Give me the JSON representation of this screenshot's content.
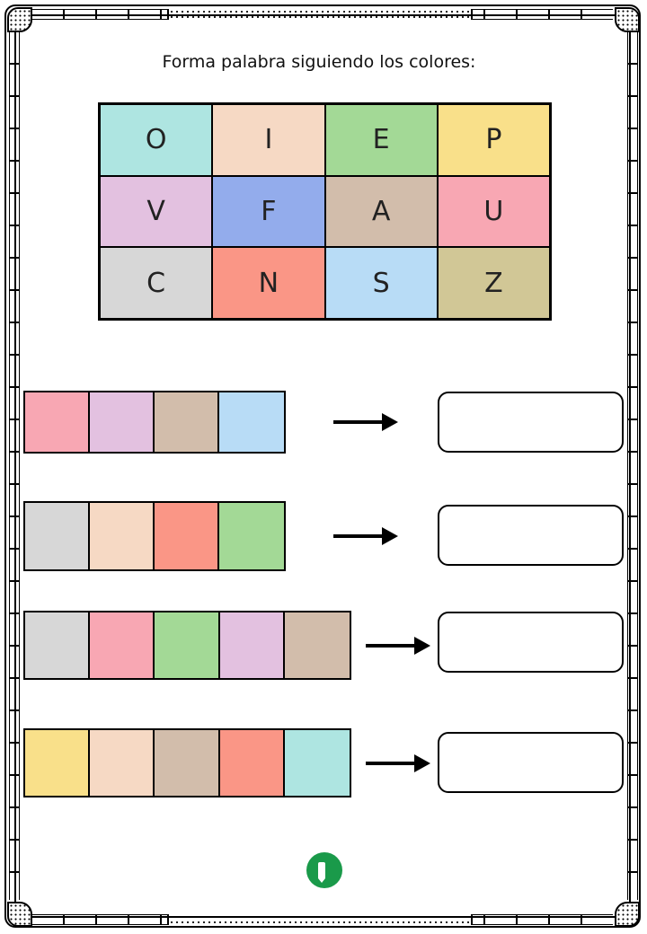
{
  "instruction": "Forma palabra siguiendo los colores:",
  "colors": {
    "teal": "#aee5e1",
    "peach": "#f6d9c4",
    "green": "#a3d996",
    "yellow": "#f9e08a",
    "lilac": "#e3c1e0",
    "blue": "#93acec",
    "tan": "#d2bdab",
    "pink": "#f8a7b3",
    "gray": "#d7d7d7",
    "salmon": "#fa9686",
    "skyblue": "#b8dcf6",
    "olive": "#d1c796"
  },
  "color_key": [
    {
      "letter": "O",
      "color": "#aee5e1"
    },
    {
      "letter": "I",
      "color": "#f6d9c4"
    },
    {
      "letter": "E",
      "color": "#a3d996"
    },
    {
      "letter": "P",
      "color": "#f9e08a"
    },
    {
      "letter": "V",
      "color": "#e3c1e0"
    },
    {
      "letter": "F",
      "color": "#93acec"
    },
    {
      "letter": "A",
      "color": "#d2bdab"
    },
    {
      "letter": "U",
      "color": "#f8a7b3"
    },
    {
      "letter": "C",
      "color": "#d7d7d7"
    },
    {
      "letter": "N",
      "color": "#fa9686"
    },
    {
      "letter": "S",
      "color": "#b8dcf6"
    },
    {
      "letter": "Z",
      "color": "#d1c796"
    }
  ],
  "exercises": [
    {
      "colors": [
        "#f8a7b3",
        "#e3c1e0",
        "#d2bdab",
        "#b8dcf6"
      ],
      "answer": ""
    },
    {
      "colors": [
        "#d7d7d7",
        "#f6d9c4",
        "#fa9686",
        "#a3d996"
      ],
      "answer": ""
    },
    {
      "colors": [
        "#d7d7d7",
        "#f8a7b3",
        "#a3d996",
        "#e3c1e0",
        "#d2bdab"
      ],
      "answer": ""
    },
    {
      "colors": [
        "#f9e08a",
        "#f6d9c4",
        "#d2bdab",
        "#fa9686",
        "#aee5e1"
      ],
      "answer": ""
    }
  ],
  "arrow_icon": "right-arrow-icon",
  "logo_icon": "pencil-logo-icon"
}
